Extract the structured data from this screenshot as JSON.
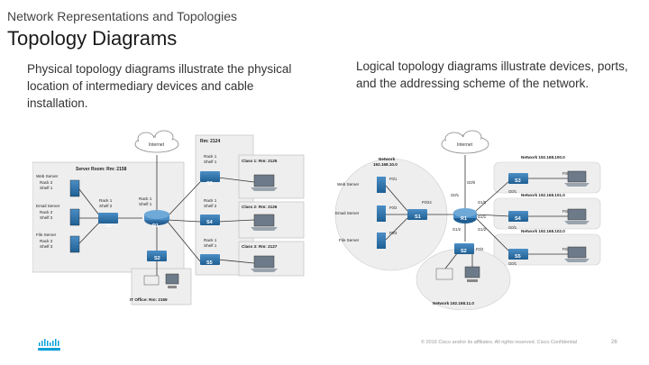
{
  "header": {
    "supertitle": "Network Representations and Topologies",
    "title": "Topology Diagrams"
  },
  "content": {
    "physical_text": "Physical topology diagrams illustrate the physical location of intermediary devices and cable installation.",
    "logical_text": "Logical topology diagrams illustrate devices, ports, and the addressing scheme of the network."
  },
  "physical_diagram": {
    "internet": "Internet",
    "room_main": "Rm: 2124",
    "server_room": "Server Room: Rm: 2158",
    "web_server": "Web Server",
    "web_rack": "Rack 2",
    "web_shelf": "Shelf 1",
    "email_server": "Email Server",
    "email_rack": "Rack 2",
    "email_shelf": "Shelf 2",
    "file_server": "File Server",
    "file_rack": "Rack 2",
    "file_shelf": "Shelf 3",
    "r1_rack": "Rack 1",
    "r1_shelf": "Shelf 2",
    "sw1": "S1",
    "router1": "R1",
    "core_rack": "Rack 1",
    "core_shelf": "Shelf 1",
    "s3_rack": "Rack 1",
    "s3_shelf": "Shelf 1",
    "s3": "S3",
    "s4_rack": "Rack 1",
    "s4_shelf": "Shelf 2",
    "s4": "S4",
    "s5_rack": "Rack 1",
    "s5_shelf": "Shelf 1",
    "s5": "S5",
    "s2": "S2",
    "class1": "Class 1: Rm: 2125",
    "class2": "Class 2: Rm: 2126",
    "class3": "Class 3: Rm: 2127",
    "it_office": "IT Office: Rm: 2159"
  },
  "logical_diagram": {
    "internet": "Internet",
    "network_label": "Network",
    "network_addr": "192.168.10.0",
    "web_server": "Web Server",
    "email_server": "Email Server",
    "file_server": "File Server",
    "s1": "S1",
    "r1": "R1",
    "s2": "S2",
    "s3": "S3",
    "s4": "S4",
    "s5": "S5",
    "p_f01a": "F0/1",
    "p_f02": "F0/2",
    "p_f03": "F0/3",
    "p_f024": "F0/24",
    "p_g00": "G0/0",
    "p_g01": "G0/1",
    "p_g10": "G1/0",
    "p_g11": "G1/1",
    "p_g12": "G1/2",
    "p_g2": "G1/2",
    "p_s3g01": "G0/1",
    "p_s3f01": "F0/1",
    "p_s4g01": "G0/1",
    "p_s4f01": "F0/1",
    "p_s5g01": "G0/1",
    "p_s5f01": "F0/1",
    "p_s2f02": "F0/2",
    "net1": "Network 192.168.100.0",
    "net2": "Network 192.168.101.0",
    "net3": "Network 192.168.102.0",
    "net4": "Network 192.168.11.0"
  },
  "footer": {
    "copyright": "© 2016 Cisco and/or its affiliates. All rights reserved. Cisco Confidential",
    "page": "26"
  },
  "logo": {
    "name": "cisco-logo",
    "color": "#049fd9"
  },
  "colors": {
    "switch": "#2a6fa8",
    "router": "#1f5f93",
    "room": "#eeeeee",
    "accent": "#049fd9"
  }
}
